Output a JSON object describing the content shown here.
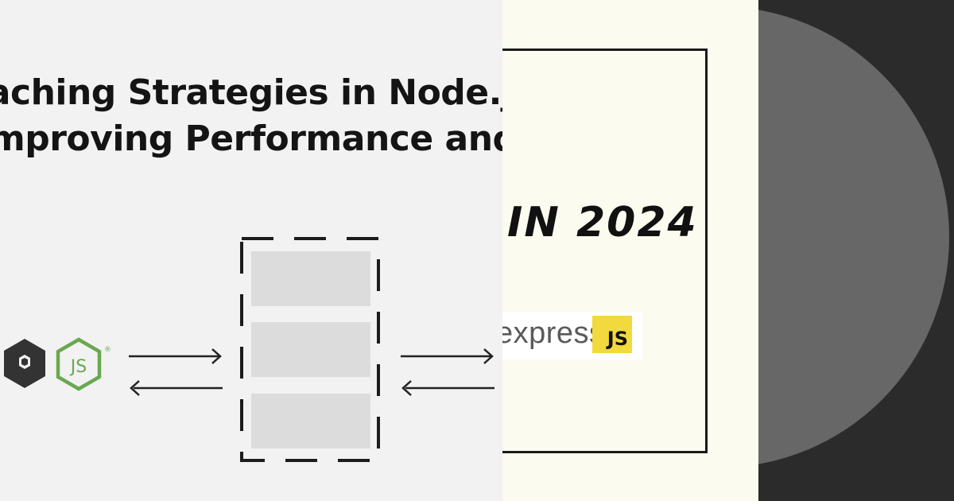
{
  "left_card": {
    "title_line_1": "Caching Strategies in Node.js:",
    "title_line_2": "Improving Performance and Efficiency",
    "nodejs_logo_text": "JS",
    "registered_mark": "®"
  },
  "middle_card": {
    "headline_year": "IN 2024",
    "express_wordmark": "express",
    "js_badge": "JS"
  },
  "colors": {
    "left_bg": "#f2f2f2",
    "mid_bg": "#fbfbf0",
    "right_bg": "#2b2b2b",
    "circle": "#676767",
    "node_green": "#6aa84f",
    "js_yellow": "#f2d93d"
  }
}
